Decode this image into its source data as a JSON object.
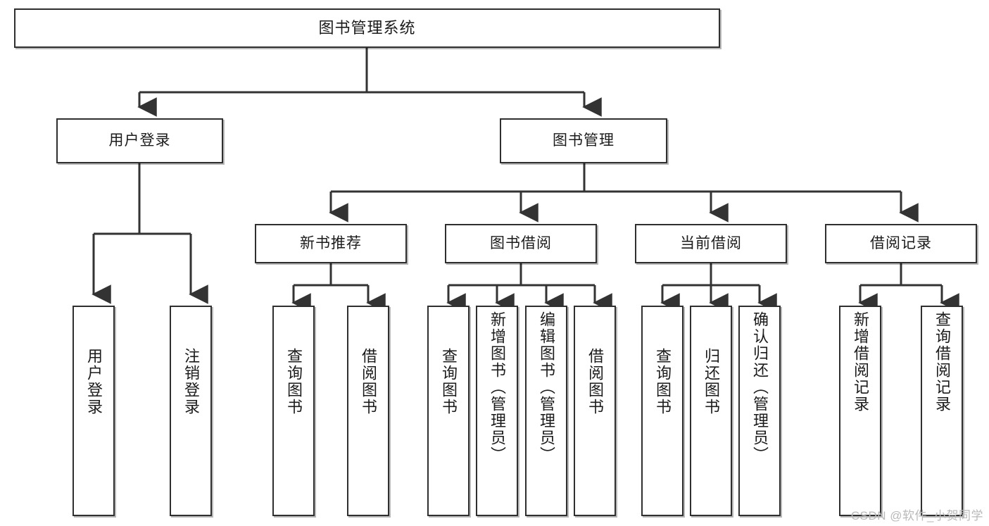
{
  "diagram": {
    "type": "tree-hierarchy",
    "title": "图书管理系统",
    "watermark": "CSDN @软件_小贺同学",
    "colors": {
      "box_border": "#2f2f2f",
      "box_fill": "#ffffff",
      "connector": "#333333",
      "text": "#1b1b1b",
      "watermark": "#b9b9b9"
    },
    "levels": {
      "root": {
        "label": "图书管理系统"
      },
      "level2": [
        {
          "label": "用户登录"
        },
        {
          "label": "图书管理"
        }
      ],
      "level3": [
        {
          "label": "新书推荐"
        },
        {
          "label": "图书借阅"
        },
        {
          "label": "当前借阅"
        },
        {
          "label": "借阅记录"
        }
      ],
      "leaves": {
        "user_login": [
          {
            "label": "用户登录"
          },
          {
            "label": "注销登录"
          }
        ],
        "new_book_recommend": [
          {
            "label": "查询图书"
          },
          {
            "label": "借阅图书"
          }
        ],
        "book_borrow": [
          {
            "label": "查询图书"
          },
          {
            "label": "新增图书（管理员）"
          },
          {
            "label": "编辑图书（管理员）"
          },
          {
            "label": "借阅图书"
          }
        ],
        "current_borrow": [
          {
            "label": "查询图书"
          },
          {
            "label": "归还图书"
          },
          {
            "label": "确认归还（管理员）"
          }
        ],
        "borrow_records": [
          {
            "label": "新增借阅记录"
          },
          {
            "label": "查询借阅记录"
          }
        ]
      }
    }
  }
}
